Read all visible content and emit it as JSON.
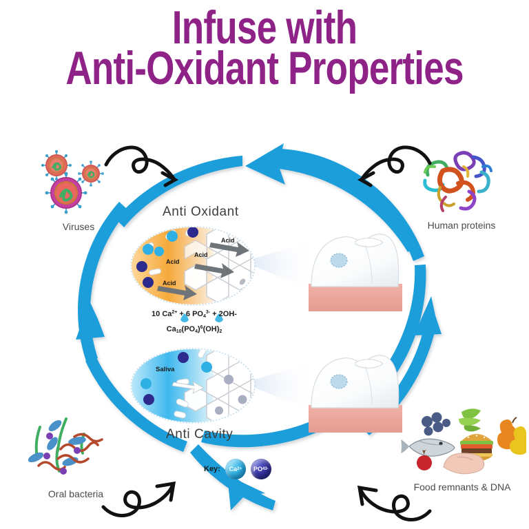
{
  "title": {
    "line1": "Infuse with",
    "line2": "Anti-Oxidant Properties",
    "color": "#8e2287"
  },
  "theme": {
    "cycle_blue": "#1a9edb",
    "sketch_black": "#111111",
    "caption_grey": "#4a4a4a",
    "acid_orange": "#f2a13a",
    "saliva_blue": "#2fb3e8",
    "gum_pink": "#eda79c",
    "calcium_blue": "#2fb0e4",
    "phosphate_indigo": "#33309d"
  },
  "diagram": {
    "section_top_label": "Anti Oxidant",
    "section_bottom_label": "Anti Cavity",
    "formula_line1_parts": {
      "prefix": "10 Ca",
      "ca_charge": "2+",
      "mid": " + 6 PO",
      "po_sub": "4",
      "po_charge": "3-",
      "suffix": " + 2OH-"
    },
    "formula_line2_parts": {
      "ca": "Ca",
      "ca_sub": "10",
      "po_open": "(PO",
      "po_sub": "4",
      "po_close": ")",
      "po_sup": "6",
      "oh": "(OH)",
      "oh_sub": "2"
    },
    "acid_labels": [
      "Acid",
      "Acid",
      "Acid",
      "Acid"
    ],
    "saliva_label": "Saliva"
  },
  "key": {
    "label": "Key:",
    "items": [
      {
        "name": "calcium-ion",
        "symbol": "Ca",
        "charge": "2+",
        "sub": "",
        "color": "#2fb0e4"
      },
      {
        "name": "phosphate-ion",
        "symbol": "PO",
        "sub": "4",
        "charge": "3-",
        "color": "#33309d"
      }
    ]
  },
  "corners": [
    {
      "id": "viruses",
      "caption": "Viruses",
      "icon": "virus-icon"
    },
    {
      "id": "human-proteins",
      "caption": "Human proteins",
      "icon": "protein-ribbon-icon"
    },
    {
      "id": "oral-bacteria",
      "caption": "Oral bacteria",
      "icon": "bacteria-icon"
    },
    {
      "id": "food-remnants",
      "caption": "Food remnants & DNA",
      "icon": "food-icon"
    }
  ],
  "cycle": {
    "direction": "counter-clockwise",
    "arrows": [
      {
        "position": "top",
        "points": "left"
      },
      {
        "position": "left",
        "points": "down"
      },
      {
        "position": "bottom",
        "points": "right"
      },
      {
        "position": "right",
        "points": "up"
      }
    ]
  }
}
